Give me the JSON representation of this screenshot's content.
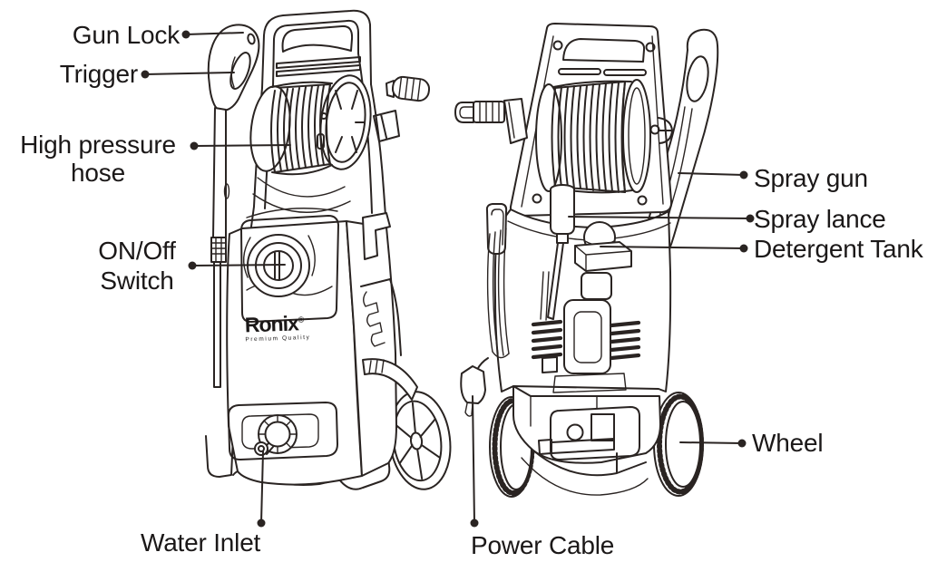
{
  "title": "Pressure washer parts diagram",
  "style": {
    "line_color": "#2a2422",
    "text_color": "#1b1818",
    "background": "#ffffff"
  },
  "brand": {
    "name": "Ronix",
    "registered_mark": "®",
    "tagline": "Premium Quality"
  },
  "front_view": {
    "name": "front view illustration",
    "parts": [
      {
        "id": "gun-lock",
        "label": "Gun Lock"
      },
      {
        "id": "trigger",
        "label": "Trigger"
      },
      {
        "id": "high-pressure-hose",
        "label": "High pressure\nhose"
      },
      {
        "id": "on-off-switch",
        "label": "ON/Off\nSwitch"
      },
      {
        "id": "water-inlet",
        "label": "Water Inlet"
      }
    ]
  },
  "rear_view": {
    "name": "rear view illustration",
    "parts": [
      {
        "id": "spray-gun",
        "label": "Spray gun"
      },
      {
        "id": "spray-lance",
        "label": "Spray lance"
      },
      {
        "id": "detergent-tank",
        "label": "Detergent Tank"
      },
      {
        "id": "wheel",
        "label": "Wheel"
      },
      {
        "id": "power-cable",
        "label": "Power Cable"
      }
    ]
  }
}
